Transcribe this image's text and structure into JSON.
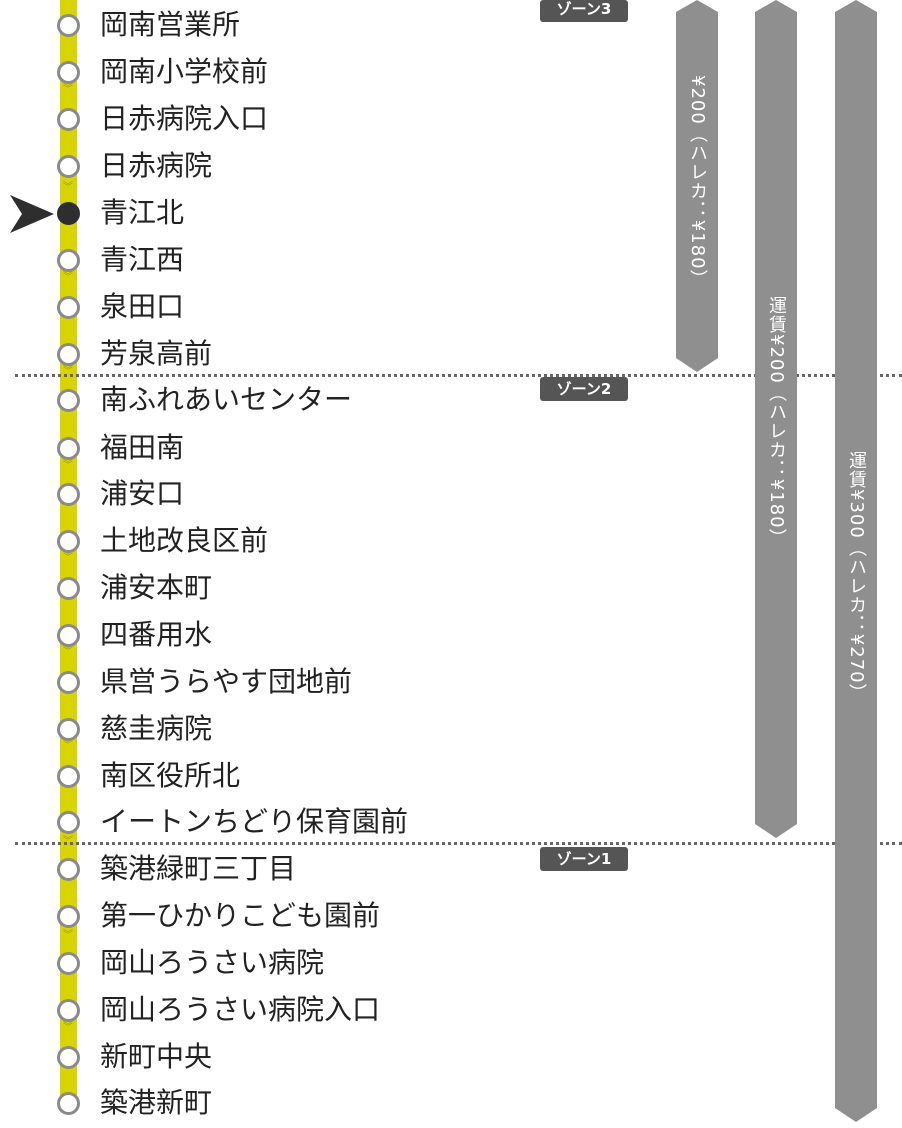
{
  "stops": [
    {
      "name": "岡南営業所",
      "current": false
    },
    {
      "name": "岡南小学校前",
      "current": false
    },
    {
      "name": "日赤病院入口",
      "current": false
    },
    {
      "name": "日赤病院",
      "current": false
    },
    {
      "name": "青江北",
      "current": true
    },
    {
      "name": "青江西",
      "current": false
    },
    {
      "name": "泉田口",
      "current": false
    },
    {
      "name": "芳泉高前",
      "current": false
    },
    {
      "name": "南ふれあいセンター",
      "current": false
    },
    {
      "name": "福田南",
      "current": false
    },
    {
      "name": "浦安口",
      "current": false
    },
    {
      "name": "土地改良区前",
      "current": false
    },
    {
      "name": "浦安本町",
      "current": false
    },
    {
      "name": "四番用水",
      "current": false
    },
    {
      "name": "県営うらやす団地前",
      "current": false
    },
    {
      "name": "慈圭病院",
      "current": false
    },
    {
      "name": "南区役所北",
      "current": false
    },
    {
      "name": "イートンちどり保育園前",
      "current": false
    },
    {
      "name": "築港緑町三丁目",
      "current": false
    },
    {
      "name": "第一ひかりこども園前",
      "current": false
    },
    {
      "name": "岡山ろうさい病院",
      "current": false
    },
    {
      "name": "岡山ろうさい病院入口",
      "current": false
    },
    {
      "name": "新町中央",
      "current": false
    },
    {
      "name": "築港新町",
      "current": false
    }
  ],
  "zones": {
    "zone3": "ゾーン3",
    "zone2": "ゾーン2",
    "zone1": "ゾーン1"
  },
  "fares": {
    "bar1": "¥200（ハレカ：¥180）",
    "bar2": "運賃¥200（ハレカ：¥180）",
    "bar3": "運賃¥300（ハレカ：¥270）"
  },
  "colors": {
    "line": "#d8d400",
    "fare_bar": "#8f8f8f",
    "zone_badge": "#555555"
  }
}
